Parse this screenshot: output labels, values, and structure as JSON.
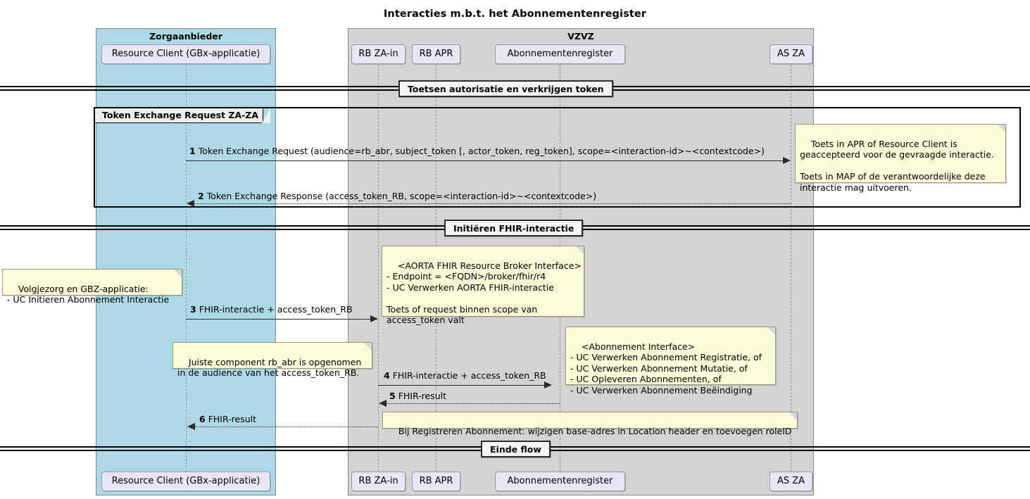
{
  "title": "Interacties m.b.t. het Abonnementenregister",
  "groups": [
    {
      "name": "Zorgaanbieder",
      "color": "#ADD8E6"
    },
    {
      "name": "VZVZ",
      "color": "#D3D3D3"
    }
  ],
  "participants": [
    {
      "id": "rc",
      "label": "Resource Client (GBx-applicatie)"
    },
    {
      "id": "rbza",
      "label": "RB ZA-in"
    },
    {
      "id": "rbapr",
      "label": "RB APR"
    },
    {
      "id": "abr",
      "label": "Abonnementenregister"
    },
    {
      "id": "asza",
      "label": "AS ZA"
    }
  ],
  "dividers": [
    {
      "id": "d1",
      "label": "Toetsen autorisatie en verkrijgen token"
    },
    {
      "id": "d2",
      "label": "Initiëren FHIR-interactie"
    },
    {
      "id": "d3",
      "label": "Einde flow"
    }
  ],
  "fragments": [
    {
      "id": "f1",
      "label": "Token Exchange Request ZA-ZA"
    }
  ],
  "messages": [
    {
      "num": "1",
      "text": "Token Exchange Request (audience=rb_abr, subject_token [, actor_token, reg_token], scope=<interaction-id>~<contextcode>)",
      "from": "rc",
      "to": "asza",
      "style": "solid",
      "direction": "right"
    },
    {
      "num": "2",
      "text": "Token Exchange Response (access_token_RB, scope=<interaction-id>~<contextcode>)",
      "from": "asza",
      "to": "rc",
      "style": "dotted",
      "direction": "left"
    },
    {
      "num": "3",
      "text": "FHIR-interactie + access_token_RB",
      "from": "rc",
      "to": "rbza",
      "style": "solid",
      "direction": "right"
    },
    {
      "num": "4",
      "text": "FHIR-interactie + access_token_RB",
      "from": "rbza",
      "to": "abr",
      "style": "solid",
      "direction": "right"
    },
    {
      "num": "5",
      "text": "FHIR-result",
      "from": "abr",
      "to": "rbza",
      "style": "dotted",
      "direction": "left"
    },
    {
      "num": "6",
      "text": "FHIR-result",
      "from": "rbza",
      "to": "rc",
      "style": "dotted",
      "direction": "left"
    }
  ],
  "notes": [
    {
      "id": "n1",
      "text": "Toets in APR of Resource Client is\ngeaccepteerd voor de gevraagde interactie.\n\nToets in MAP of de verantwoordelijke deze\ninteractie mag uitvoeren."
    },
    {
      "id": "n2",
      "text": "Volgjezorg en GBZ-applicatie:\n- UC Initieren Abonnement Interactie"
    },
    {
      "id": "n3",
      "text": "<AORTA FHIR Resource Broker Interface>\n- Endpoint = <FQDN>/broker/fhir/r4\n- UC Verwerken AORTA FHIR-interactie\n\nToets of request binnen scope van\naccess_token valt"
    },
    {
      "id": "n4",
      "text": "<Abonnement Interface>\n- UC Verwerken Abonnement Registratie, of\n- UC Verwerken Abonnement Mutatie, of\n- UC Opleveren Abonnementen, of\n- UC Verwerken Abonnement Beëindiging"
    },
    {
      "id": "n5",
      "text": "Juiste component rb_abr is opgenomen\nin de audience van het access_token_RB."
    },
    {
      "id": "n6",
      "text": "Bij Registreren Abonnement: wijzigen base-adres in Location header en toevoegen roleID"
    }
  ],
  "colors": {
    "group_zorgaanbieder": "#ADD8E6",
    "group_vzvz": "#D3D3D3",
    "participant_fill": "#E6E6F5",
    "note_fill": "#FBFBD8",
    "line": "#2b2b2b"
  }
}
